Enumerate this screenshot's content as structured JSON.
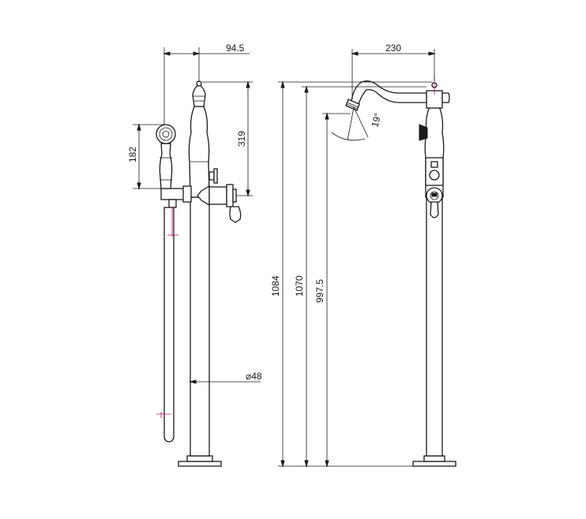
{
  "dimensions": {
    "handshower_offset": "94.5",
    "handshower_height": "182",
    "outlet_height": "319",
    "pipe_diameter": "⌀48",
    "spout_reach": "230",
    "spout_angle": "19°",
    "total_height": "1084",
    "spout_top_height": "1070",
    "spout_outlet_height": "997.5"
  },
  "colors": {
    "line": "#1a1a1a",
    "centerline": "#c0106e",
    "background": "#ffffff"
  }
}
